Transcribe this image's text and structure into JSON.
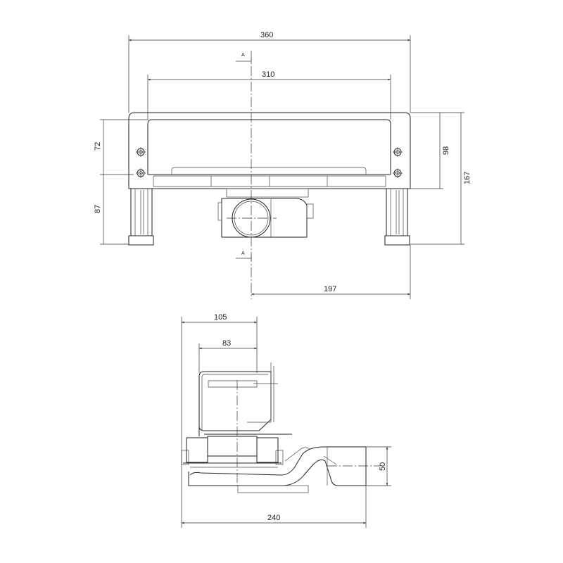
{
  "top_view": {
    "dims": {
      "overall_width": "360",
      "inner_width": "310",
      "frame_height": "72",
      "leg_height": "87",
      "side_height": "98",
      "total_height": "167",
      "offset_to_center": "197"
    },
    "section_mark_top": "A",
    "section_mark_bottom": "A"
  },
  "section_view": {
    "dims": {
      "body_width": "105",
      "inner_width": "83",
      "total_length": "240",
      "outlet_diameter": "50"
    }
  }
}
